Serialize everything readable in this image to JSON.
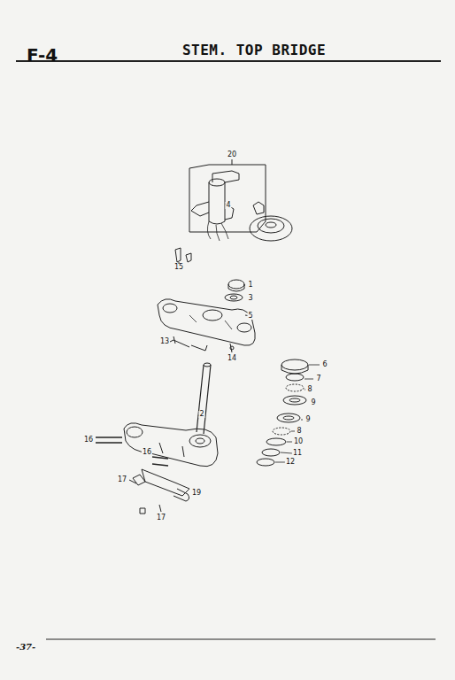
{
  "diagram": {
    "title": "STEM. TOP BRIDGE",
    "labels": [
      "F-4",
      "20",
      "4",
      "15",
      "1",
      "3",
      "5",
      "13",
      "14",
      "6",
      "7",
      "8",
      "9",
      "9",
      "8",
      "10",
      "11",
      "12",
      "2",
      "16",
      "16",
      "17",
      "19",
      "17",
      "-37-"
    ]
  }
}
